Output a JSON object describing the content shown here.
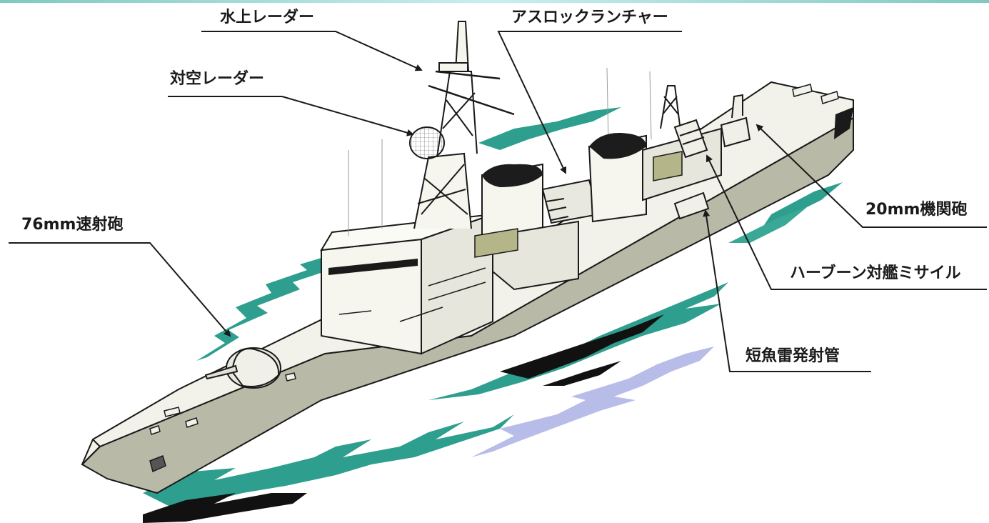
{
  "labels": {
    "surface_radar": "水上レーダー",
    "air_radar": "対空レーダー",
    "asroc_launcher": "アスロックランチャー",
    "gun_76mm": "76mm速射砲",
    "gun_20mm": "20mm機関砲",
    "harpoon": "ハーブーン対艦ミサイル",
    "torpedo_tubes": "短魚雷発射管"
  },
  "colors": {
    "sea_teal": "#2e9e8e",
    "sea_lavender": "#b7bde8",
    "shadow": "#111111",
    "hull": "#b9b9a8",
    "deck": "#f2f2ea",
    "superstructure": "#f6f6ef",
    "outline": "#1a1a1a",
    "radome_dark": "#1c1c1c"
  }
}
